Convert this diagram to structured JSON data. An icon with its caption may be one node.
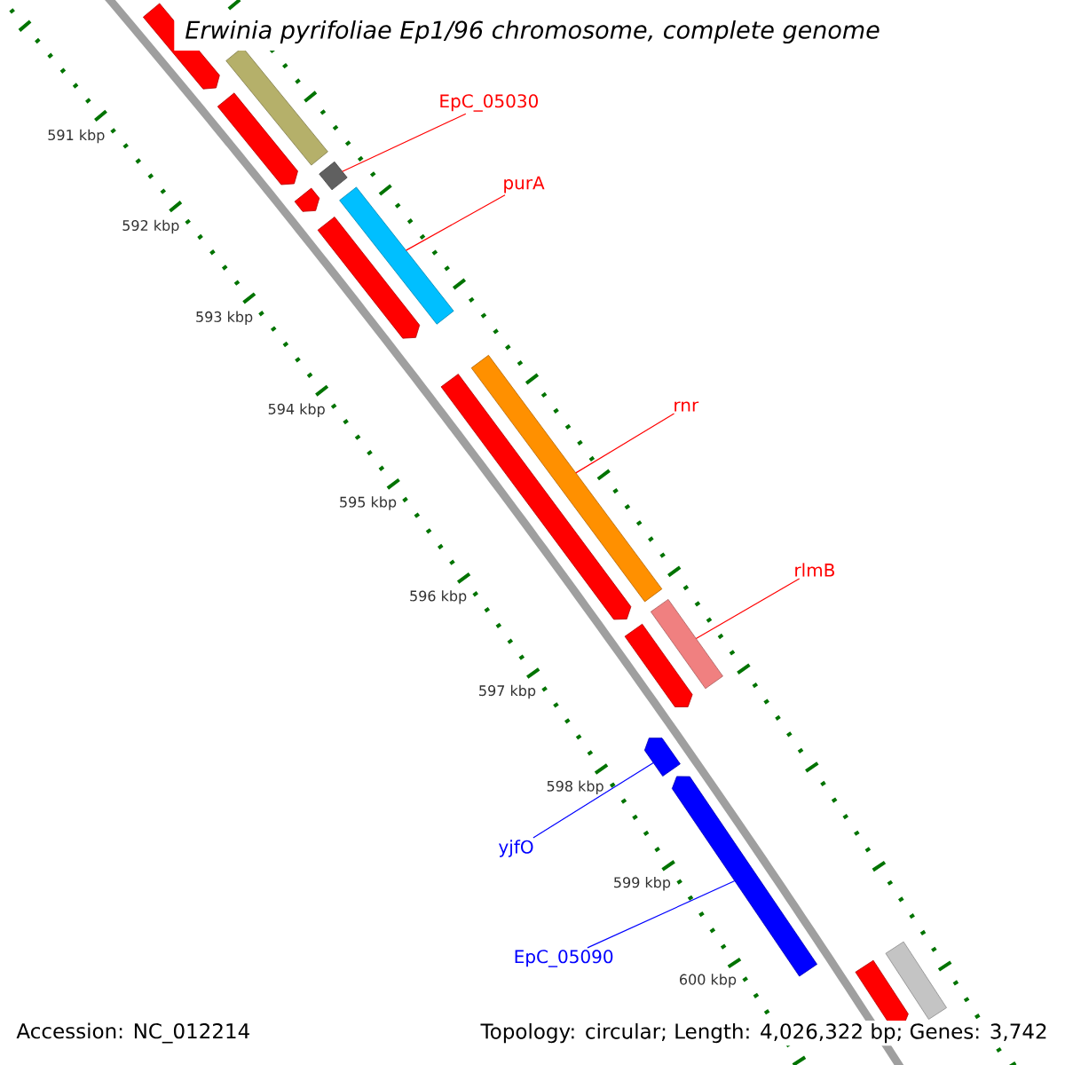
{
  "diagram": {
    "title": "Erwinia pyrifoliae Ep1/96 chromosome, complete genome",
    "nodes": [
      {
        "text": [
          "EpC_05030"
        ]
      },
      {
        "text": [
          "purA"
        ]
      },
      {
        "text": [
          "rnr"
        ]
      },
      {
        "text": [
          "rlmB"
        ]
      },
      {
        "text": [
          "yjfO"
        ]
      },
      {
        "text": [
          "EpC_05090"
        ]
      },
      {
        "text": [],
        "shape": "arrow"
      },
      {
        "text": [],
        "shape": "bar"
      },
      {
        "text": [],
        "shape": "arrow"
      },
      {
        "text": [],
        "shape": "arrow"
      },
      {
        "text": [],
        "shape": "bar"
      },
      {
        "text": [],
        "shape": "arrow"
      },
      {
        "text": [],
        "shape": "bar"
      },
      {
        "text": [],
        "shape": "arrow"
      },
      {
        "text": [],
        "shape": "bar"
      },
      {
        "text": [],
        "shape": "arrow"
      },
      {
        "text": [],
        "shape": "bar"
      },
      {
        "text": [],
        "shape": "arrow"
      },
      {
        "text": [],
        "shape": "arrow"
      },
      {
        "text": [],
        "shape": "arrow"
      },
      {
        "text": [],
        "shape": "bar"
      }
    ],
    "edges": [
      {
        "from": 0,
        "to": 10,
        "arrow": "none"
      },
      {
        "from": 1,
        "to": 12,
        "arrow": "none"
      },
      {
        "from": 2,
        "to": 14,
        "arrow": "none"
      },
      {
        "from": 3,
        "to": 16,
        "arrow": "none"
      },
      {
        "from": 4,
        "to": 17,
        "arrow": "none",
        "color": "#0000ff"
      },
      {
        "from": 5,
        "to": 18,
        "arrow": "none",
        "color": "#0000ff"
      }
    ],
    "labels": [
      "591 kbp",
      "592 kbp",
      "593 kbp",
      "594 kbp",
      "595 kbp",
      "596 kbp",
      "597 kbp",
      "598 kbp",
      "599 kbp",
      "600 kbp",
      "Accession: NC_012214",
      "Topology: circular; Length: 4,026,322 bp; Genes: 3,742"
    ]
  }
}
